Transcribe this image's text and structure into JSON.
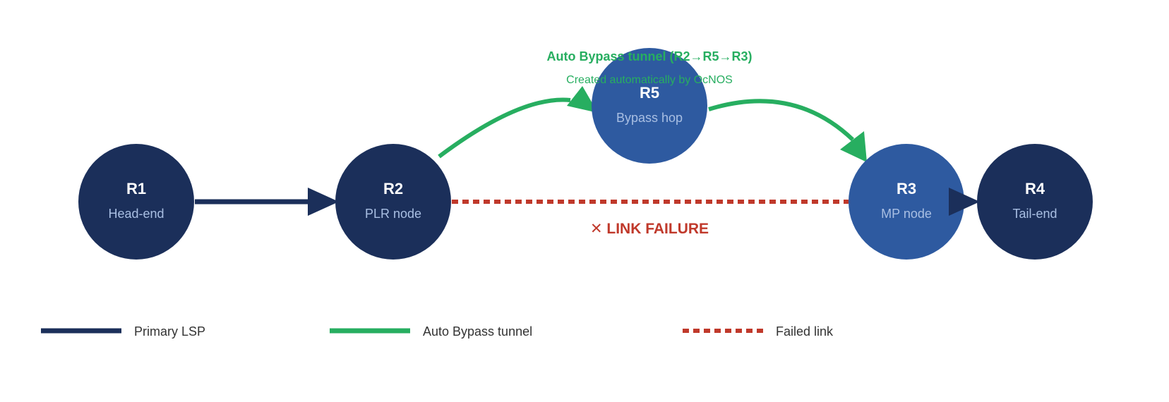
{
  "colors": {
    "primary": "#1b2f5a",
    "node_dark": "#1b2f5a",
    "node_light": "#2e5aa0",
    "bypass": "#27ae60",
    "failure": "#c0392b",
    "node_sub_text": "#a9bfe3"
  },
  "nodes": {
    "r1": {
      "name": "R1",
      "role": "Head-end"
    },
    "r2": {
      "name": "R2",
      "role": "PLR node"
    },
    "r5": {
      "name": "R5",
      "role": "Bypass hop"
    },
    "r3": {
      "name": "R3",
      "role": "MP node"
    },
    "r4": {
      "name": "R4",
      "role": "Tail-end"
    }
  },
  "bypass": {
    "title": "Auto Bypass tunnel (R2→R5→R3)",
    "subtitle": "Created automatically by OcNOS"
  },
  "failure": {
    "label": "✕ LINK FAILURE"
  },
  "legend": {
    "primary": "Primary LSP",
    "bypass": "Auto Bypass tunnel",
    "failed": "Failed link"
  }
}
